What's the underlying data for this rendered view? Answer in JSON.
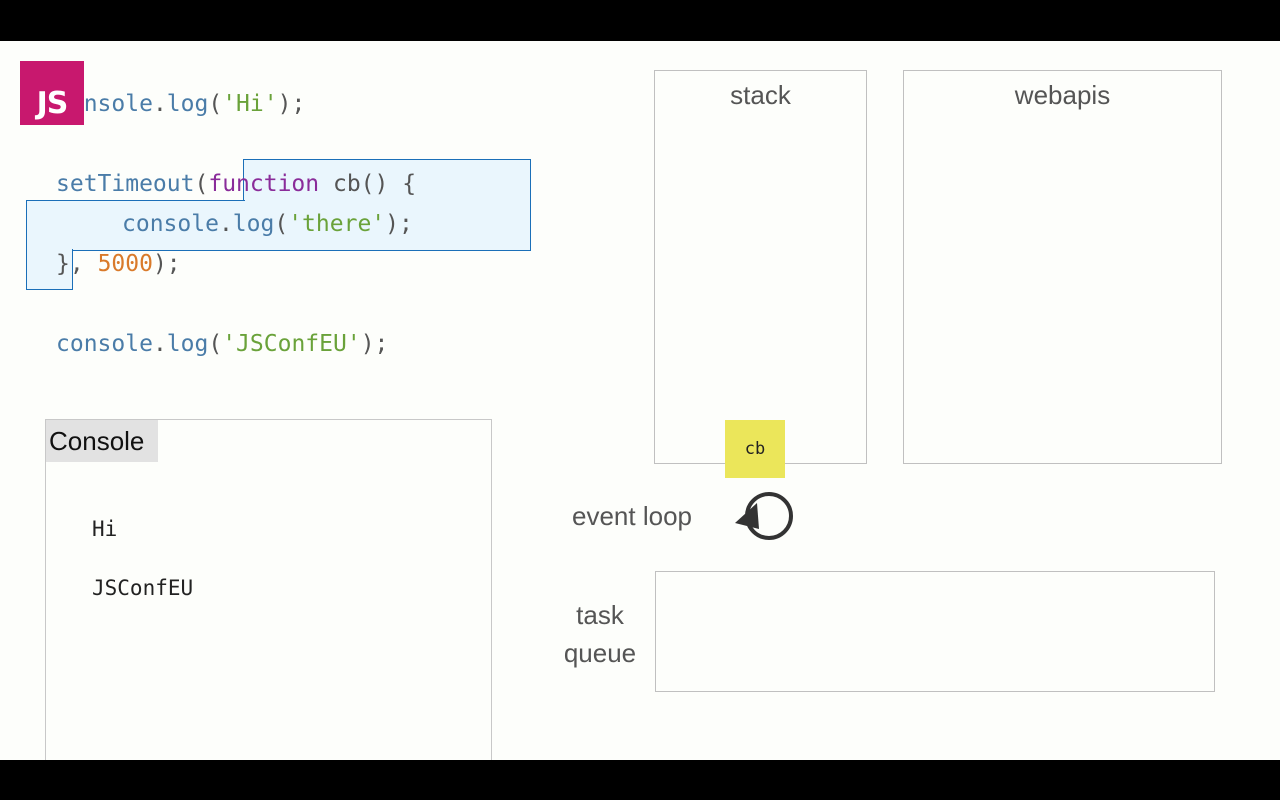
{
  "logo": {
    "text": "JS",
    "color": "#c8186e"
  },
  "code": {
    "line1": {
      "fn": "console",
      "dot": ".",
      "method": "log",
      "open": "(",
      "str": "'Hi'",
      "close": ");"
    },
    "line2": {
      "fn": "setTimeout",
      "open": "(",
      "kw": "function",
      "name": " cb() {"
    },
    "line3": {
      "fn": "console",
      "dot": ".",
      "method": "log",
      "open": "(",
      "str": "'there'",
      "close": ");"
    },
    "line4": {
      "brace": "}",
      "comma": ", ",
      "num": "5000",
      "close": ");"
    },
    "line5": {
      "fn": "console",
      "dot": ".",
      "method": "log",
      "open": "(",
      "str": "'JSConfEU'",
      "close": ");"
    }
  },
  "console": {
    "title": "Console",
    "lines": [
      "Hi",
      "JSConfEU"
    ]
  },
  "stack": {
    "title": "stack",
    "frames": [
      "cb"
    ]
  },
  "webapis": {
    "title": "webapis"
  },
  "event_loop": {
    "label": "event loop",
    "icon": "loop-arrow-icon"
  },
  "task_queue": {
    "label_line1": "task",
    "label_line2": "queue"
  },
  "colors": {
    "highlight_fill": "#eaf6fd",
    "highlight_border": "#1b6fb8",
    "frame": "#ebe65a",
    "keyword": "#8a2c9a",
    "function": "#4a7ca8",
    "string": "#6aa23a",
    "number": "#d97a2a"
  }
}
